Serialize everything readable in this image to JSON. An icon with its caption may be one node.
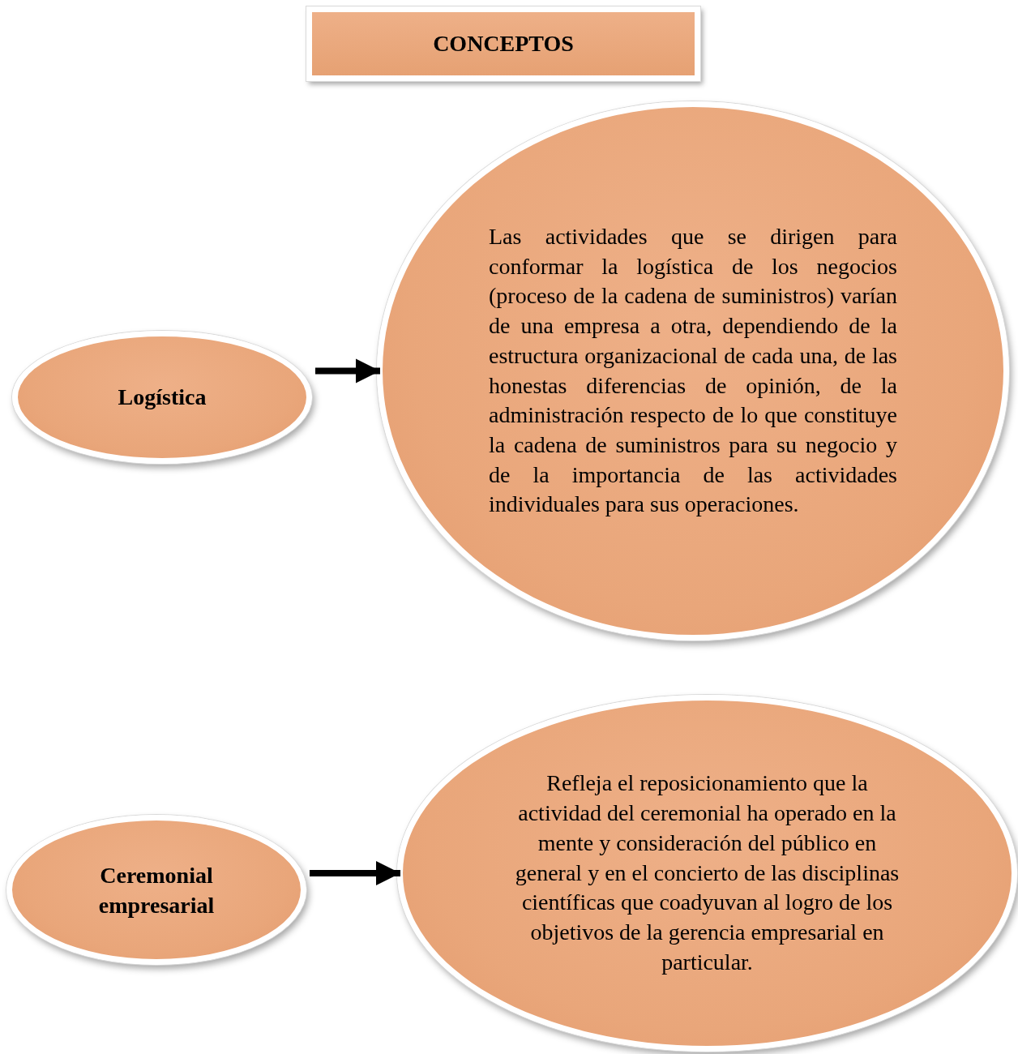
{
  "diagram": {
    "nodes": [
      {
        "text": [
          "CONCEPTOS"
        ]
      },
      {
        "text": [
          "Logística"
        ]
      },
      {
        "text": [
          "Las actividades que se dirigen para conformar la logística de los negocios (proceso de la cadena de suministros) varían de una empresa a otra, dependiendo de la estructura organizacional de cada una, de las honestas diferencias de opinión, de la administración respecto de lo que constituye la cadena de suministros para su negocio y de la importancia de las actividades individuales para sus operaciones."
        ]
      },
      {
        "text": [
          "Ceremonial empresarial"
        ]
      },
      {
        "text": [
          "Refleja el reposicionamiento que la actividad del ceremonial ha operado en la mente y consideración del público en general y en el concierto de las disciplinas científicas que coadyuvan al logro de los objetivos de la gerencia empresarial en particular."
        ]
      }
    ],
    "edges": [
      {
        "from": 1,
        "to": 2,
        "arrow": "to"
      },
      {
        "from": 3,
        "to": 4,
        "arrow": "to"
      }
    ]
  }
}
